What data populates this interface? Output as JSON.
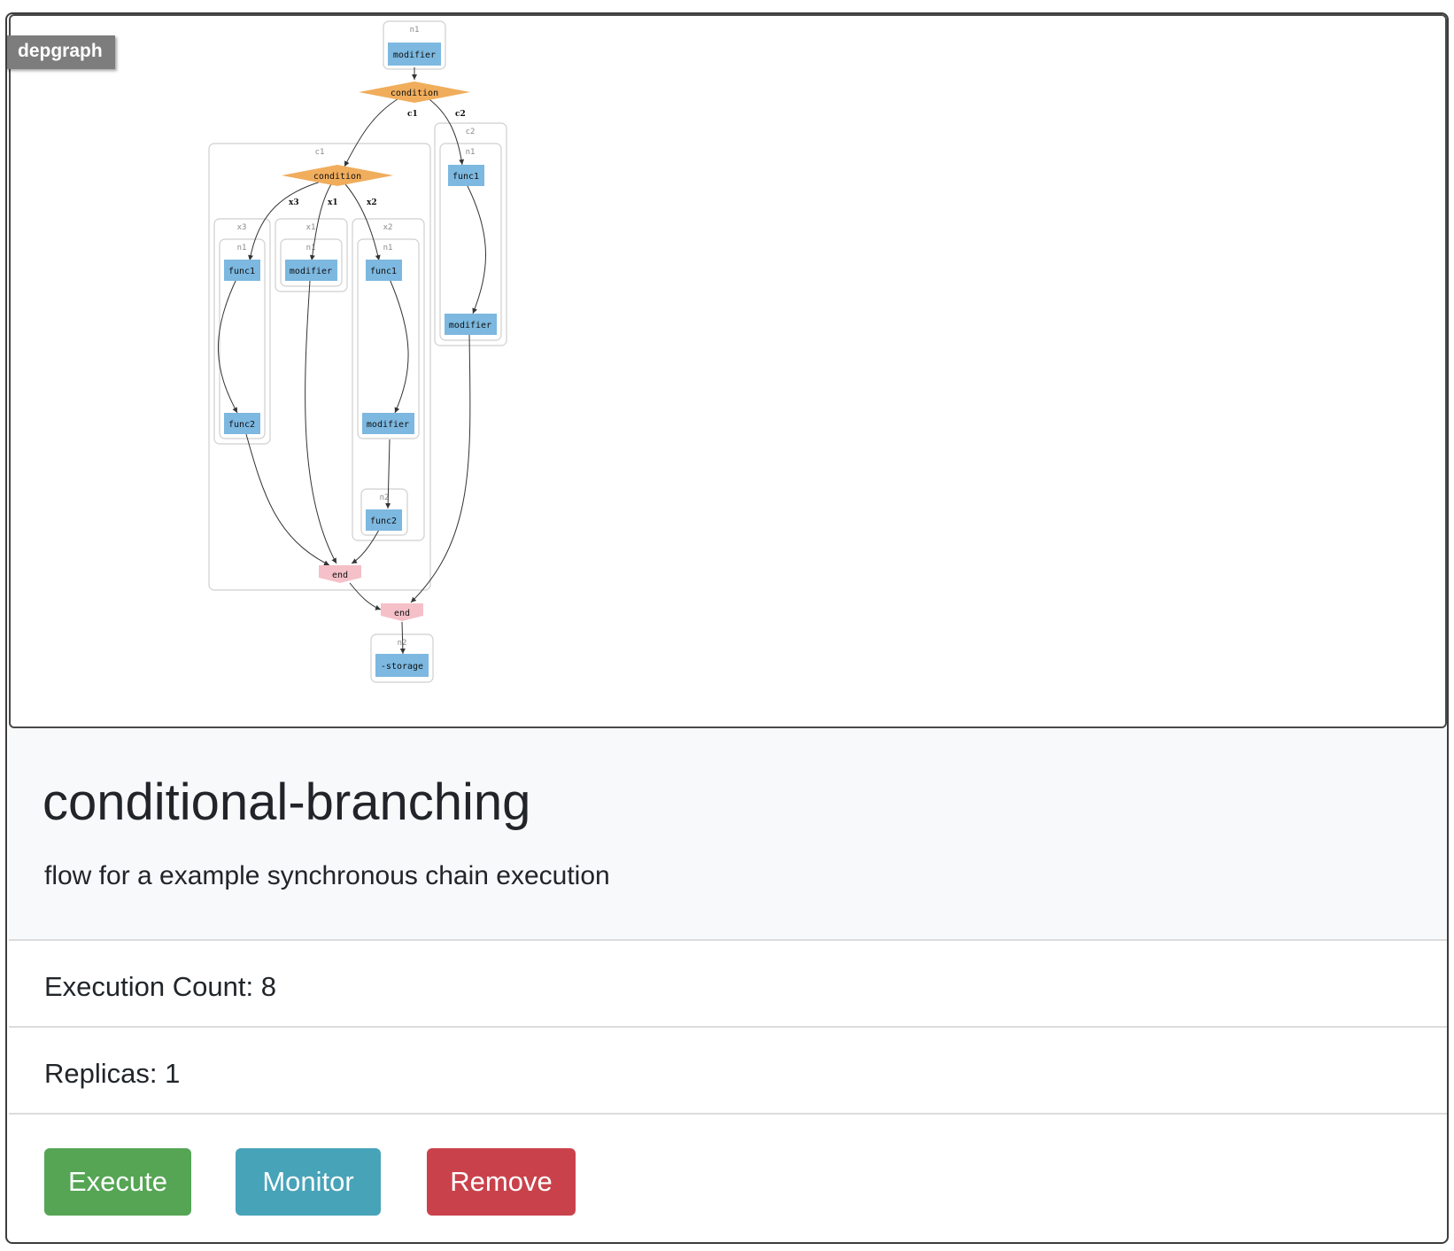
{
  "graph": {
    "tag_label": "depgraph",
    "clusters": {
      "n1_top": "n1",
      "c1": "c1",
      "c2": "c2",
      "c2_n1": "n1",
      "x3": "x3",
      "x3_n1": "n1",
      "x1": "x1",
      "x1_n1": "n1",
      "x2": "x2",
      "x2_n1": "n1",
      "x2_n2": "n2",
      "n2_bottom": "n2"
    },
    "nodes": {
      "top_modifier": "modifier",
      "top_condition": "condition",
      "c1_condition": "condition",
      "c2_func1": "func1",
      "c2_modifier": "modifier",
      "x3_func1": "func1",
      "x3_func2": "func2",
      "x1_modifier": "modifier",
      "x2_func1": "func1",
      "x2_modifier": "modifier",
      "x2_func2": "func2",
      "c1_end": "end",
      "main_end": "end",
      "storage": "-storage"
    },
    "edge_labels": {
      "c1": "c1",
      "c2": "c2",
      "x3": "x3",
      "x1": "x1",
      "x2": "x2"
    },
    "colors": {
      "task": "#7cb8e0",
      "condition": "#f0ad5c",
      "end": "#f5c0c8"
    }
  },
  "flow": {
    "name": "conditional-branching",
    "description": "flow for a example synchronous chain execution",
    "execution_count": "Execution Count: 8",
    "replicas": "Replicas: 1"
  },
  "actions": {
    "execute": "Execute",
    "monitor": "Monitor",
    "remove": "Remove"
  },
  "colors": {
    "execute": "#55a554",
    "monitor": "#47a3b8",
    "remove": "#c9424b"
  }
}
